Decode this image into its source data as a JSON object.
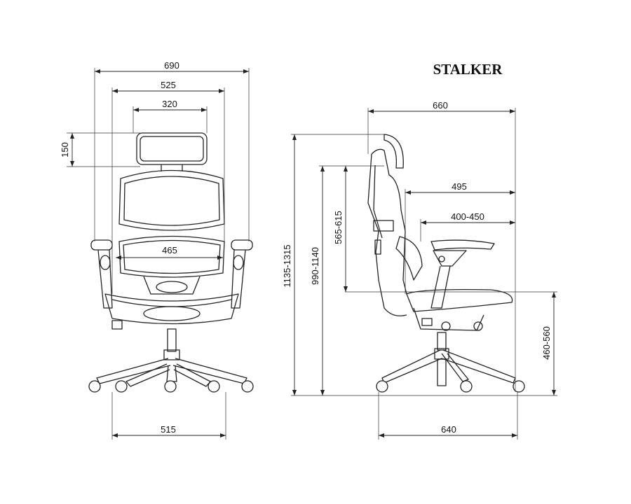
{
  "title": "STALKER",
  "front_view": {
    "overall_width": "690",
    "armrest_width": "525",
    "headrest_width": "320",
    "headrest_height": "150",
    "seat_width": "465",
    "base_width": "515"
  },
  "side_view": {
    "overall_depth": "660",
    "back_to_front": "495",
    "armrest_depth": "400-450",
    "total_height": "1135-1315",
    "back_height": "990-1140",
    "backrest_height": "565-615",
    "seat_height": "460-560",
    "base_depth": "640"
  }
}
